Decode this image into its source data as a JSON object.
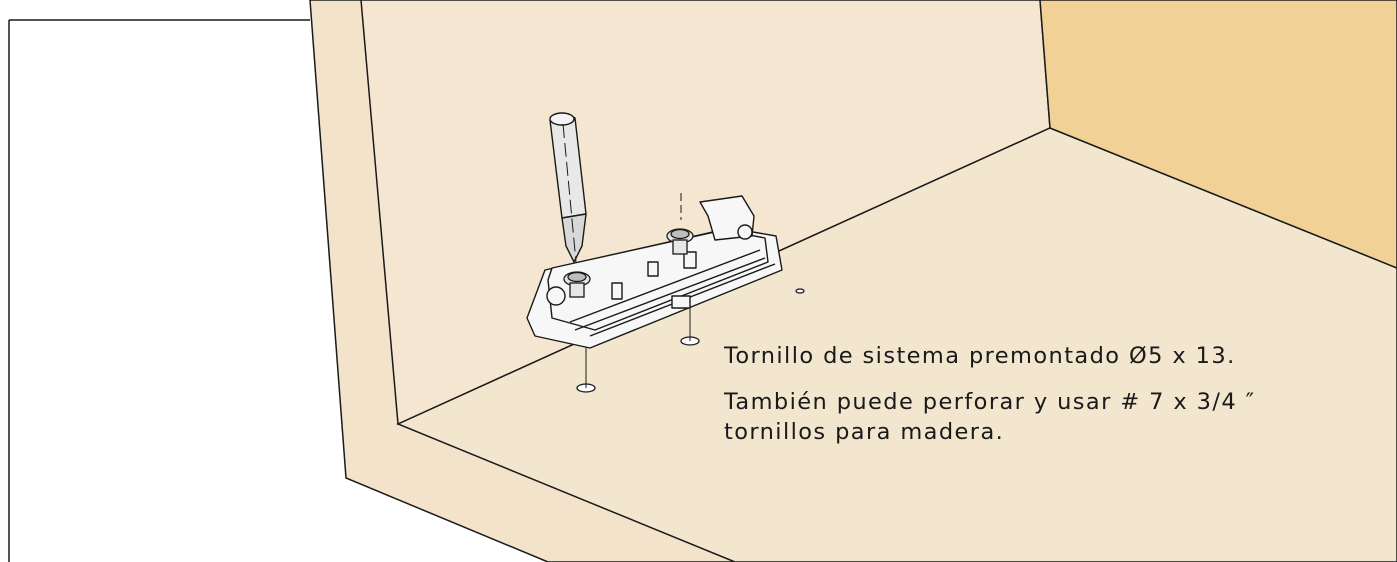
{
  "caption": {
    "line1": "Tornillo de sistema premontado Ø5 x 13.",
    "line2a": "También puede perforar y usar # 7 x 3/4 ″",
    "line2b": "tornillos para madera."
  },
  "colors": {
    "background": "#ffffff",
    "cabinet_side": "#f3e3cb",
    "cabinet_floor": "#f2e6cf",
    "cabinet_back": "#f2d197",
    "line": "#1a1a1a",
    "plate_fill": "#f7f7f7",
    "screwdriver_fill": "#e8e8e8"
  },
  "icons": {
    "screwdriver": "screwdriver-icon",
    "mounting_plate": "mounting-plate-icon",
    "screw": "screw-icon"
  }
}
